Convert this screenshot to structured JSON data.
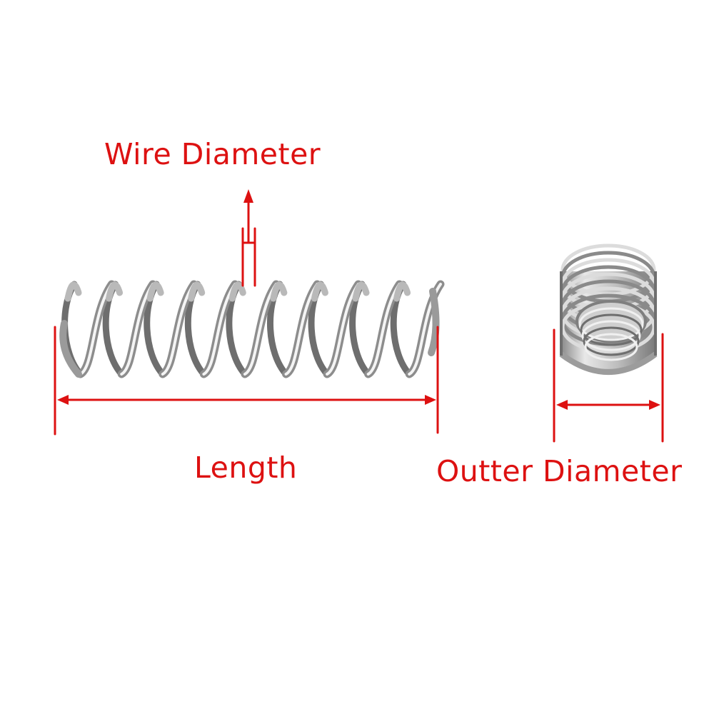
{
  "labels": {
    "wire_diameter": "Wire Diameter",
    "length": "Length",
    "outer_diameter": "Outter Diameter"
  },
  "colors": {
    "annotation": "#dd1111",
    "spring_highlight": "#f4f4f4",
    "spring_mid": "#b9b9b9",
    "spring_shadow": "#6e6e6e",
    "background": "#ffffff"
  },
  "spring": {
    "long_spring_coils": 9,
    "short_spring_coils": 9
  }
}
